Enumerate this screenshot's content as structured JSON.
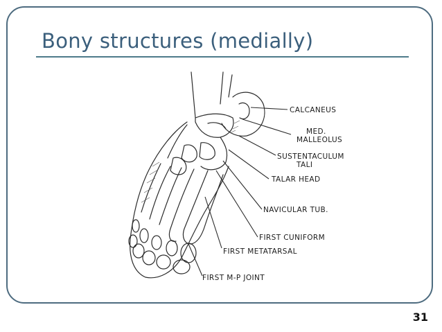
{
  "slide": {
    "title": "Bony structures (medially)",
    "page_number": "31"
  },
  "figure": {
    "labels": {
      "calcaneus": "CALCANEUS",
      "med_malleolus_1": "MED.",
      "med_malleolus_2": "MALLEOLUS",
      "sustentaculum_1": "SUSTENTACULUM",
      "sustentaculum_2": "TALI",
      "talar_head": "TALAR HEAD",
      "navicular_tub": "NAVICULAR TUB.",
      "first_cuniform": "FIRST CUNIFORM",
      "first_metatarsal": "FIRST METATARSAL",
      "first_mp_joint": "FIRST M-P JOINT"
    }
  },
  "colors": {
    "frame": "#4d6b7f",
    "title": "#3b5f7c",
    "rule": "#4d7a8a"
  }
}
